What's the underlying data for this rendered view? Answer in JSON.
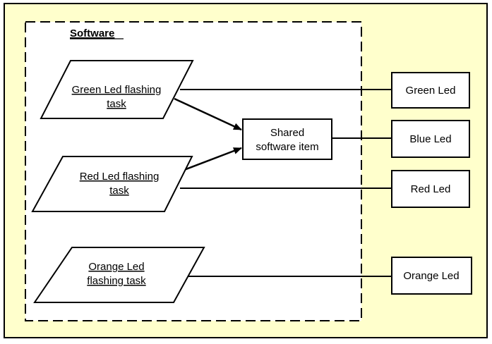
{
  "colors": {
    "background": "#ffffcc",
    "shape_fill": "#ffffff",
    "stroke": "#000000"
  },
  "container": {
    "title": "Software"
  },
  "tasks": [
    {
      "line1": "Green Led flashing",
      "line2": "task"
    },
    {
      "line1": "Red Led flashing",
      "line2": "task"
    },
    {
      "line1": "Orange Led",
      "line2": "flashing task"
    }
  ],
  "shared": {
    "line1": "Shared",
    "line2": "software item"
  },
  "leds": [
    {
      "label": "Green Led"
    },
    {
      "label": "Blue Led"
    },
    {
      "label": "Red Led"
    },
    {
      "label": "Orange Led"
    }
  ]
}
